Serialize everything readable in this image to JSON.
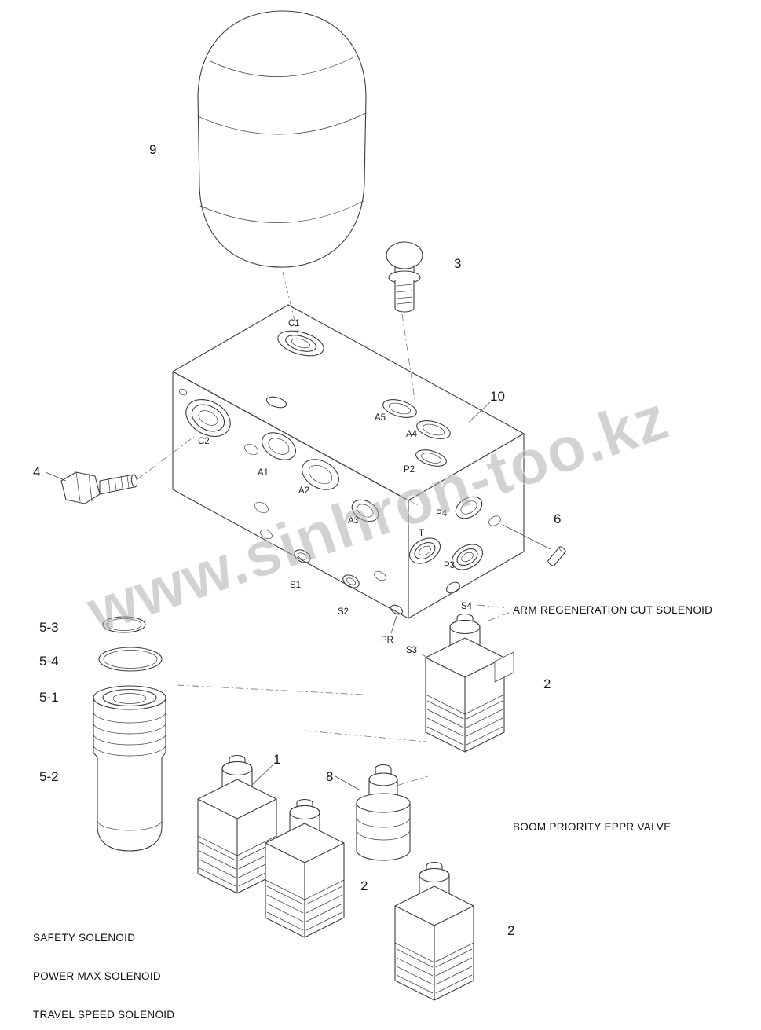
{
  "watermark": {
    "text": "www.sinhron-too.kz",
    "color": "#a8a8a8"
  },
  "line_color": "#3c3c3c",
  "callouts": {
    "accumulator": "9",
    "plug": "3",
    "valve_block": "10",
    "bolt": "4",
    "pin": "6",
    "oring_small": "5-3",
    "oring_large": "5-4",
    "filter_upper": "5-1",
    "filter_lower": "5-2",
    "solenoid_one": "1",
    "eppr_valve": "8",
    "qty_arm_regen": "2",
    "qty_mid": "2",
    "qty_travel": "2"
  },
  "ports": {
    "c1": "C1",
    "c2": "C2",
    "a1": "A1",
    "a2": "A2",
    "a3": "A3",
    "a4": "A4",
    "a5": "A5",
    "p2": "P2",
    "p3": "P3",
    "p4": "P4",
    "t": "T",
    "s1": "S1",
    "s2": "S2",
    "s3": "S3",
    "s4": "S4",
    "pr": "PR"
  },
  "annotations": {
    "arm_regen": "ARM REGENERATION CUT SOLENOID",
    "boom_priority": "BOOM PRIORITY EPPR VALVE",
    "safety": "SAFETY SOLENOID",
    "power_max": "POWER MAX SOLENOID",
    "travel_speed": "TRAVEL SPEED SOLENOID"
  }
}
